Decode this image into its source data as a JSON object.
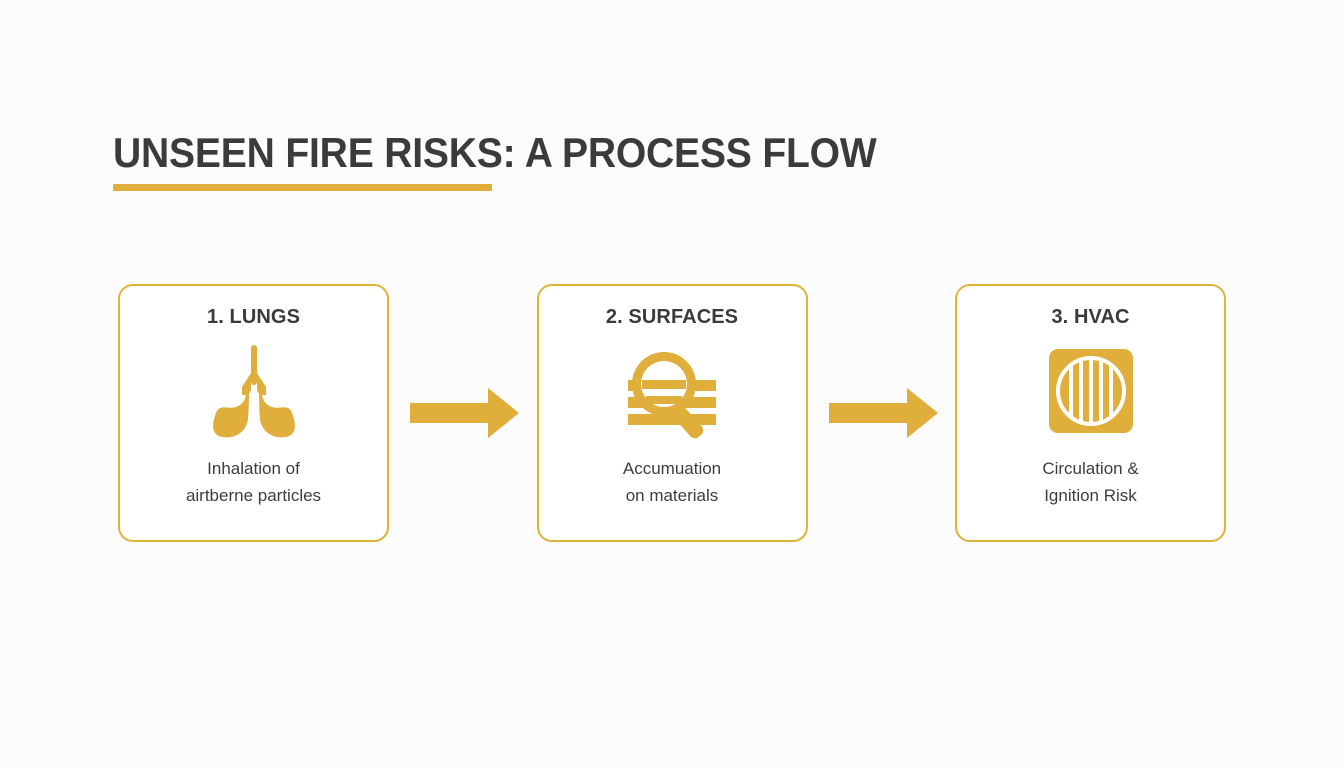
{
  "colors": {
    "gold": "#dfae3b",
    "gold_border": "#dfb238",
    "heading_gray": "#3a3a3a",
    "body_gray": "#3d3d3d",
    "background": "#fcfcfd"
  },
  "header": {
    "title": "UNSEEN FIRE RISKS: A PROCESS FLOW"
  },
  "flow": {
    "steps": [
      {
        "heading": "1. LUNGS",
        "caption": "Inhalation of\nairtberne particles",
        "icon": "lungs-icon"
      },
      {
        "heading": "2. SURFACES",
        "caption": "Accumuation\non materials",
        "icon": "magnifier-layers-icon"
      },
      {
        "heading": "3. HVAC",
        "caption": "Circulation &\nIgnition Risk",
        "icon": "hvac-vent-icon"
      }
    ],
    "connectors": [
      {
        "icon": "arrow-right-icon"
      },
      {
        "icon": "arrow-right-icon"
      }
    ]
  }
}
